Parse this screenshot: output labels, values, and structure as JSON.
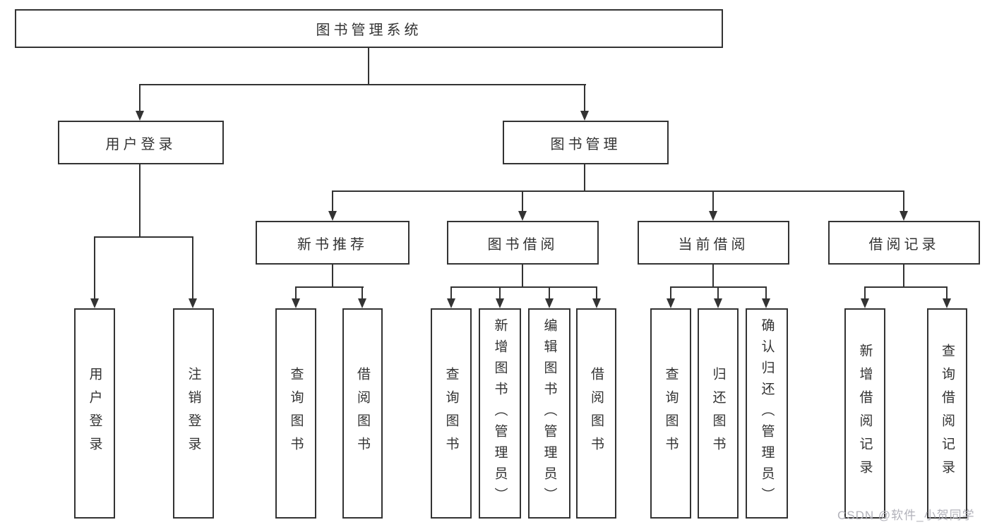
{
  "diagram_title": "图书管理系统",
  "colors": {
    "line": "#333333",
    "text": "#333333",
    "watermark": "#b2b2ba",
    "background": "#ffffff"
  },
  "nodes": {
    "root": "图书管理系统",
    "user_login": "用户登录",
    "book_mgmt": "图书管理",
    "new_books": "新书推荐",
    "book_borrowing": "图书借阅",
    "current_borrowing": "当前借阅",
    "borrow_records": "借阅记录",
    "leaf_user_login": "用户登录",
    "leaf_logout": "注销登录",
    "leaf_query_book_a": "查询图书",
    "leaf_borrow_book_a": "借阅图书",
    "leaf_query_book_b": "查询图书",
    "leaf_add_book": "新增图书（管理员）",
    "leaf_edit_book": "编辑图书（管理员）",
    "leaf_borrow_book_b": "借阅图书",
    "leaf_query_book_c": "查询图书",
    "leaf_return_book": "归还图书",
    "leaf_confirm_return": "确认归还（管理员）",
    "leaf_add_record": "新增借阅记录",
    "leaf_query_record": "查询借阅记录"
  },
  "watermark": "CSDN @软件_小贺同学"
}
